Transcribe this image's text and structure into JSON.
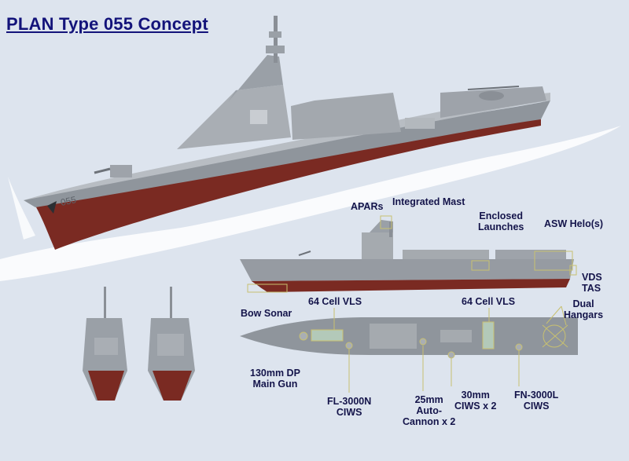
{
  "title": "PLAN Type 055 Concept",
  "hull_number": "055",
  "colors": {
    "title": "#13137a",
    "label": "#14144a",
    "hull_gray": "#9ea3aa",
    "hull_red": "#7a2a22",
    "callout": "#c8c070"
  },
  "labels": {
    "apars": "APARs",
    "integrated_mast": "Integrated Mast",
    "enclosed_launches_1": "Enclosed",
    "enclosed_launches_2": "Launches",
    "asw_helo": "ASW Helo(s)",
    "vds": "VDS",
    "tas": "TAS",
    "bow_sonar": "Bow Sonar",
    "vls_fwd": "64 Cell VLS",
    "vls_aft": "64 Cell VLS",
    "dual_hangars_1": "Dual",
    "dual_hangars_2": "Hangars",
    "main_gun_1": "130mm DP",
    "main_gun_2": "Main Gun",
    "fl3000n_1": "FL-3000N",
    "fl3000n_2": "CIWS",
    "autocannon_1": "25mm",
    "autocannon_2": "Auto-",
    "autocannon_3": "Cannon x 2",
    "ciws30_1": "30mm",
    "ciws30_2": "CIWS x 2",
    "fn3000l_1": "FN-3000L",
    "fn3000l_2": "CIWS"
  }
}
